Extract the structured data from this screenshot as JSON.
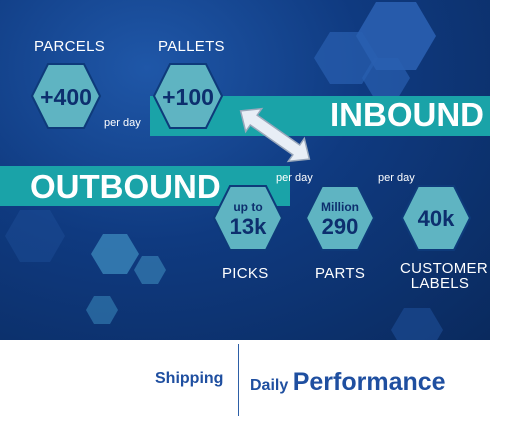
{
  "inbound": {
    "title": "INBOUND",
    "parcels": {
      "label": "PARCELS",
      "value": "+400"
    },
    "pallets": {
      "label": "PALLETS",
      "value": "+100"
    },
    "rate": "per day"
  },
  "outbound": {
    "title": "OUTBOUND",
    "picks": {
      "top": "up to",
      "value": "13k",
      "label": "PICKS"
    },
    "parts": {
      "top": "Million",
      "value": "290",
      "label": "PARTS",
      "rate": "per day"
    },
    "labels": {
      "value": "40k",
      "label_line1": "CUSTOMER",
      "label_line2": "LABELS",
      "rate": "per day"
    }
  },
  "footer": {
    "left": "Shipping",
    "right_small": "Daily",
    "right_big": "Performance"
  },
  "colors": {
    "teal_band": "#1aa3a8",
    "hex_fill": "#5fb4c2",
    "hex_dark": "#1e4f98",
    "footer_text": "#1f4fa0"
  }
}
